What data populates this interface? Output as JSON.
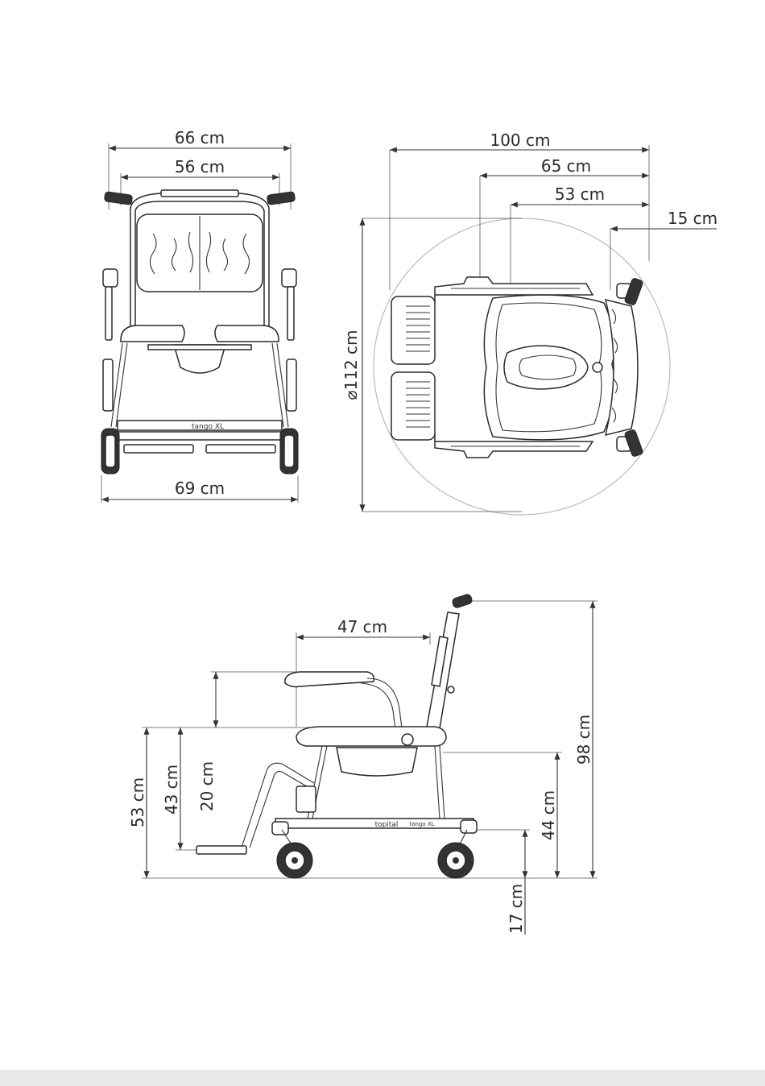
{
  "front_view": {
    "dim_total_width": "66 cm",
    "dim_seat_width": "56 cm",
    "dim_base_width": "69 cm",
    "model_label": "tango XL"
  },
  "top_view": {
    "dim_total_length": "100 cm",
    "dim_frame_length": "65 cm",
    "dim_seat_length": "53 cm",
    "dim_handle_offset": "15 cm",
    "dim_turning_diameter": "⌀112 cm"
  },
  "side_view": {
    "dim_seat_depth": "47 cm",
    "dim_total_height": "98 cm",
    "dim_seat_height": "53 cm",
    "dim_footrest_height": "43 cm",
    "dim_armrest_height": "20 cm",
    "dim_pan_clearance": "44 cm",
    "dim_ground_clearance": "17 cm",
    "brand_label": "topital",
    "model_label": "tango XL"
  },
  "colors": {
    "line": "#2a2a2a",
    "footer": "#e9e9e9"
  }
}
